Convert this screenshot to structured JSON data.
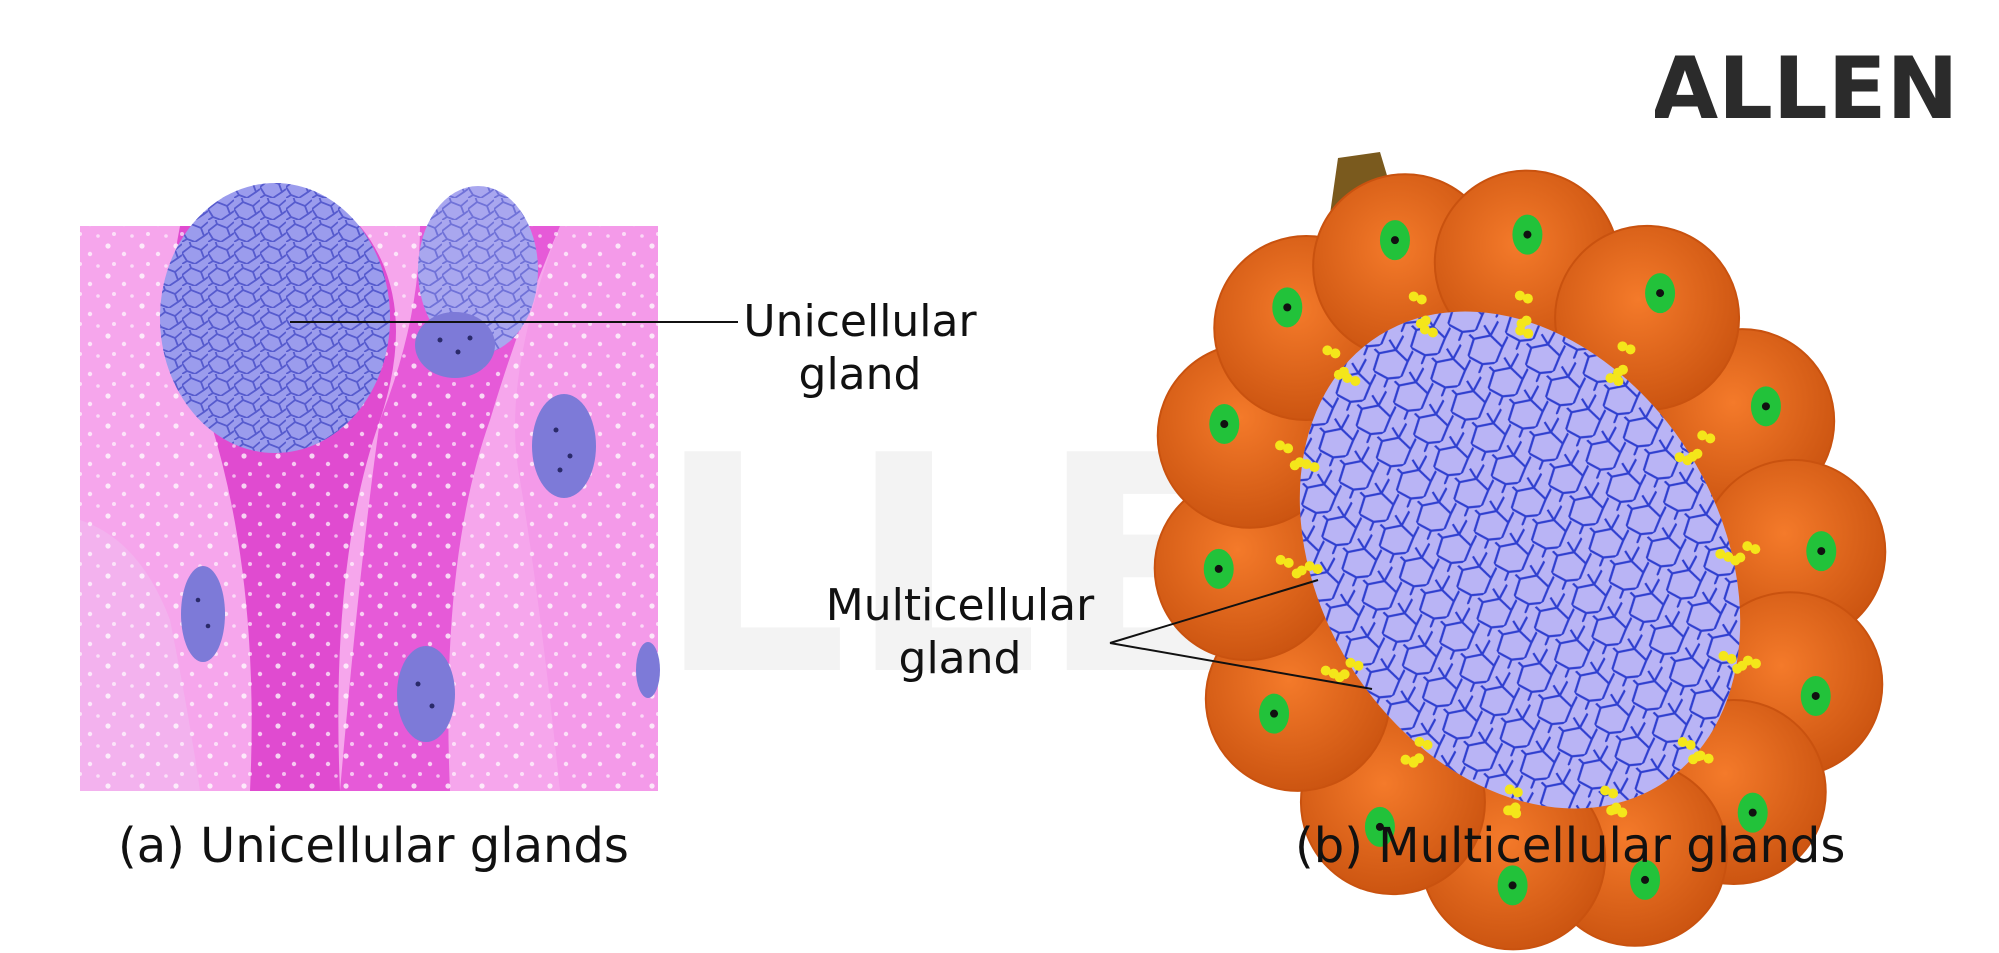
{
  "logo": {
    "text": "ALLEN",
    "color": "#2b2b2b"
  },
  "panel_a": {
    "callout": {
      "line1": "Unicellular",
      "line2": "gland"
    },
    "caption": "(a) Unicellular glands",
    "colors": {
      "tissue_light": "#f6a6ec",
      "tissue_dark": "#e04bd0",
      "gland": "#8f8fe8",
      "gland_mesh": "#4a4fc8",
      "nucleus": "#7d7ad8"
    }
  },
  "panel_b": {
    "callout": {
      "line1": "Multicellular",
      "line2": "gland"
    },
    "caption": "(b) Multicellular glands",
    "colors": {
      "cell": "#ee6a1e",
      "cell_dark": "#c9520f",
      "lumen": "#b9b4f5",
      "lumen_mesh": "#2f3fcf",
      "nucleus": "#22c23a",
      "granule": "#f4e61a",
      "duct": "#7a5a1e"
    }
  }
}
